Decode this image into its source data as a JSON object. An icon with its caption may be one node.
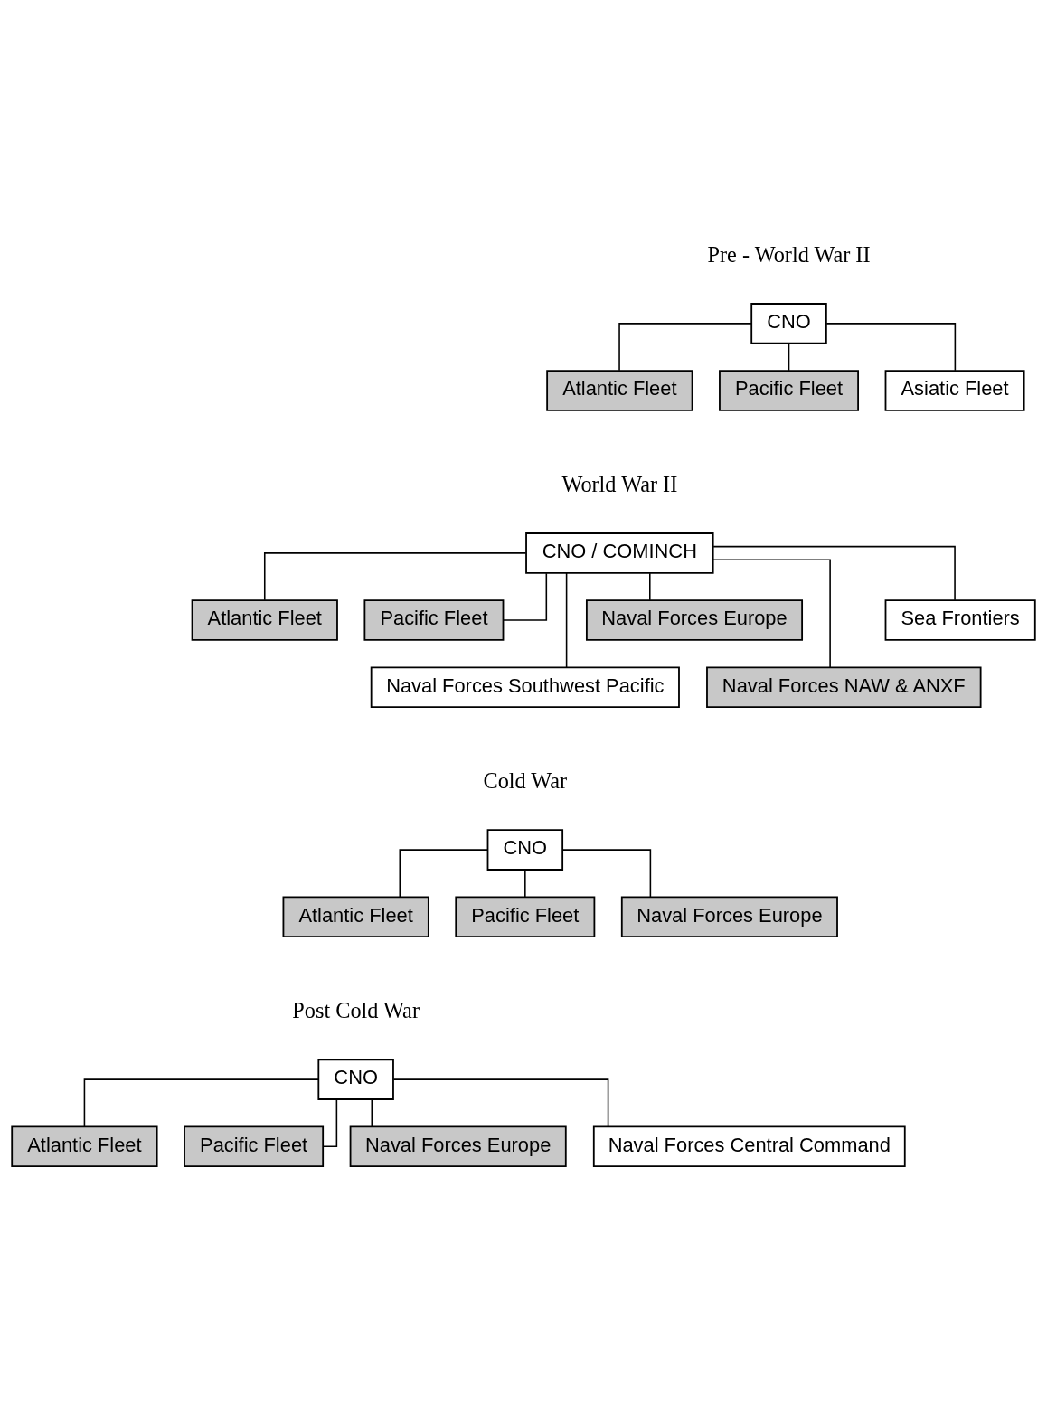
{
  "diagram": {
    "nodes": [
      {
        "text": [
          "CNO"
        ]
      },
      {
        "text": [
          "Atlantic Fleet"
        ]
      },
      {
        "text": [
          "Pacific Fleet"
        ]
      },
      {
        "text": [
          "Asiatic Fleet"
        ]
      },
      {
        "text": [
          "CNO / COMINCH"
        ]
      },
      {
        "text": [
          "Atlantic Fleet"
        ]
      },
      {
        "text": [
          "Pacific Fleet"
        ]
      },
      {
        "text": [
          "Naval Forces Southwest Pacific"
        ]
      },
      {
        "text": [
          "Naval Forces Europe"
        ]
      },
      {
        "text": [
          "Naval Forces NAW & ANXF"
        ]
      },
      {
        "text": [
          "Sea Frontiers"
        ]
      },
      {
        "text": [
          "CNO"
        ]
      },
      {
        "text": [
          "Atlantic Fleet"
        ]
      },
      {
        "text": [
          "Pacific Fleet"
        ]
      },
      {
        "text": [
          "Naval Forces Europe"
        ]
      },
      {
        "text": [
          "CNO"
        ]
      },
      {
        "text": [
          "Atlantic Fleet"
        ]
      },
      {
        "text": [
          "Pacific Fleet"
        ]
      },
      {
        "text": [
          "Naval Forces Europe"
        ]
      },
      {
        "text": [
          "Naval Forces Central Command"
        ]
      }
    ],
    "edges": [
      {
        "from": 0,
        "to": 1,
        "arrow": "none"
      },
      {
        "from": 0,
        "to": 2,
        "arrow": "none"
      },
      {
        "from": 0,
        "to": 3,
        "arrow": "none"
      },
      {
        "from": 4,
        "to": 5,
        "arrow": "none"
      },
      {
        "from": 4,
        "to": 6,
        "arrow": "none"
      },
      {
        "from": 4,
        "to": 7,
        "arrow": "none"
      },
      {
        "from": 4,
        "to": 8,
        "arrow": "none"
      },
      {
        "from": 4,
        "to": 9,
        "arrow": "none"
      },
      {
        "from": 4,
        "to": 10,
        "arrow": "none"
      },
      {
        "from": 11,
        "to": 12,
        "arrow": "none"
      },
      {
        "from": 11,
        "to": 13,
        "arrow": "none"
      },
      {
        "from": 11,
        "to": 14,
        "arrow": "none"
      },
      {
        "from": 15,
        "to": 16,
        "arrow": "none"
      },
      {
        "from": 15,
        "to": 17,
        "arrow": "none"
      },
      {
        "from": 15,
        "to": 18,
        "arrow": "none"
      },
      {
        "from": 15,
        "to": 19,
        "arrow": "none"
      }
    ],
    "labels": [
      "Pre - World War II",
      "World War II",
      "Cold War",
      "Post Cold War"
    ]
  }
}
